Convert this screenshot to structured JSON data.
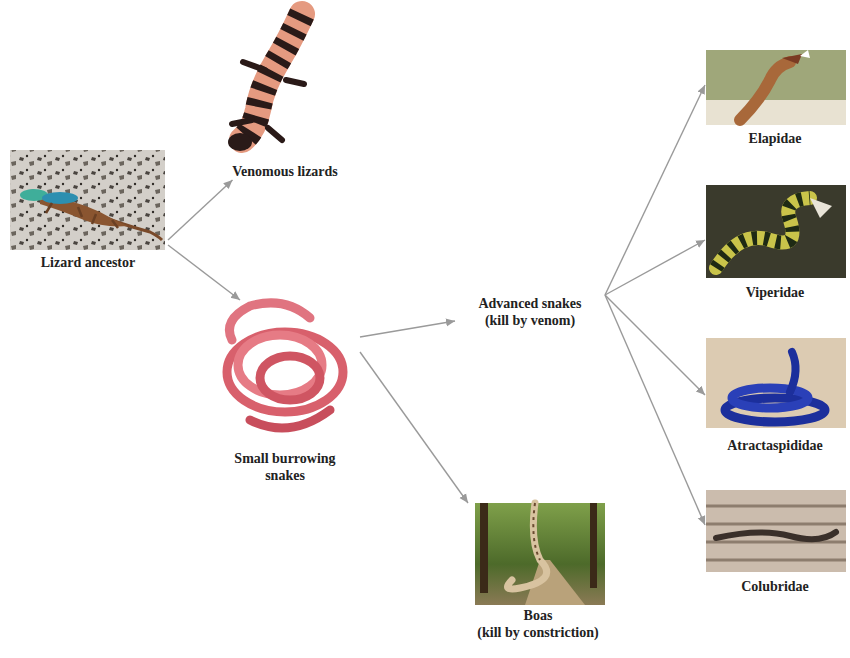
{
  "diagram": {
    "nodes": [
      {
        "text": [
          "Lizard ancestor"
        ]
      },
      {
        "text": [
          "Venomous lizards"
        ]
      },
      {
        "text": [
          "Small burrowing snakes"
        ]
      },
      {
        "text": [
          "Advanced snakes",
          "(kill by venom)"
        ]
      },
      {
        "text": [
          "Boas",
          "(kill by constriction)"
        ]
      },
      {
        "text": [
          "Elapidae"
        ]
      },
      {
        "text": [
          "Viperidae"
        ]
      },
      {
        "text": [
          "Atractaspididae"
        ]
      },
      {
        "text": [
          "Colubridae"
        ]
      }
    ],
    "edges": [
      {
        "from": 0,
        "to": 1,
        "arrow": "to"
      },
      {
        "from": 0,
        "to": 2,
        "arrow": "to"
      },
      {
        "from": 2,
        "to": 3,
        "arrow": "to"
      },
      {
        "from": 2,
        "to": 4,
        "arrow": "to"
      },
      {
        "from": 3,
        "to": 5,
        "arrow": "to"
      },
      {
        "from": 3,
        "to": 6,
        "arrow": "to"
      },
      {
        "from": 3,
        "to": 7,
        "arrow": "to"
      },
      {
        "from": 3,
        "to": 8,
        "arrow": "to"
      }
    ]
  }
}
